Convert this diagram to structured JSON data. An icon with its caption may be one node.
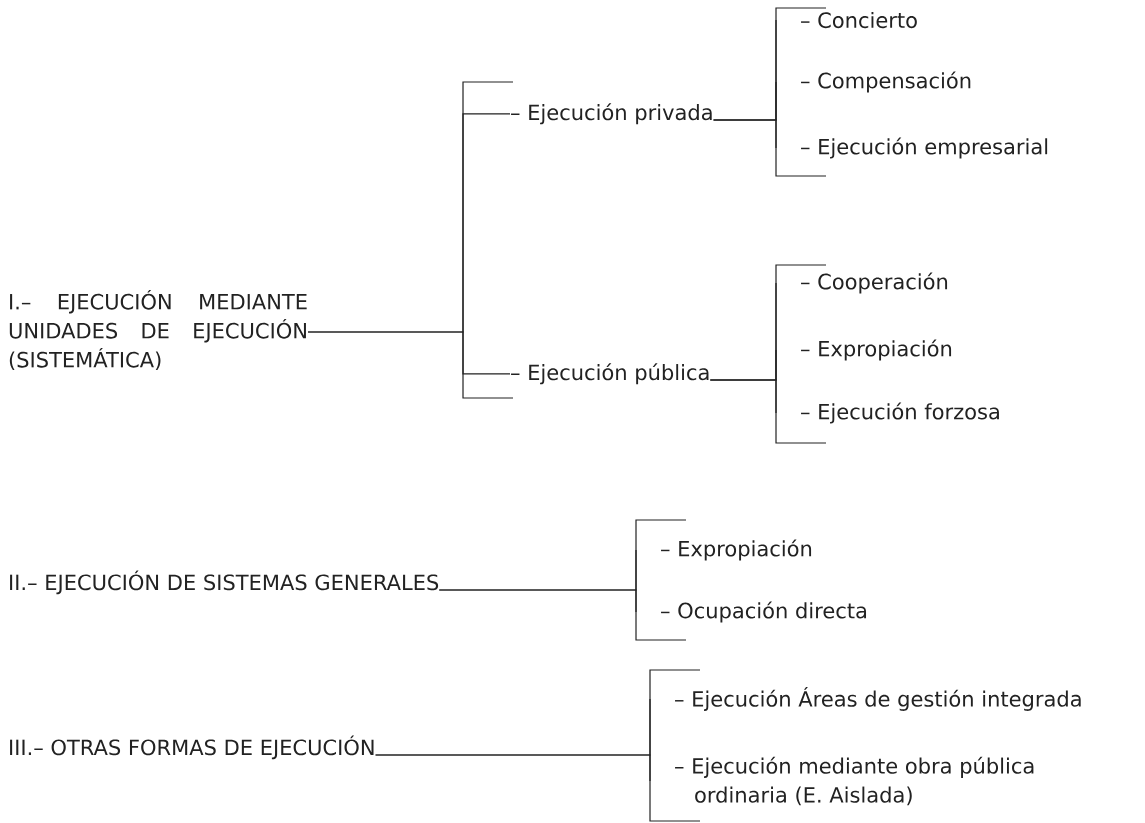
{
  "diagram": {
    "nodes": [
      {
        "text": [
          "I.– EJECUCIÓN MEDIANTE UNIDADES DE EJECUCIÓN (SISTEMÁTICA)"
        ]
      },
      {
        "text": [
          "– Ejecución privada"
        ]
      },
      {
        "text": [
          "– Ejecución pública"
        ]
      },
      {
        "text": [
          "– Concierto"
        ]
      },
      {
        "text": [
          "– Compensación"
        ]
      },
      {
        "text": [
          "– Ejecución empresarial"
        ]
      },
      {
        "text": [
          "– Cooperación"
        ]
      },
      {
        "text": [
          "– Expropiación"
        ]
      },
      {
        "text": [
          "– Ejecución forzosa"
        ]
      },
      {
        "text": [
          "II.– EJECUCIÓN DE SISTEMAS GENERALES"
        ]
      },
      {
        "text": [
          "– Expropiación"
        ]
      },
      {
        "text": [
          "– Ocupación directa"
        ]
      },
      {
        "text": [
          "III.– OTRAS FORMAS DE EJECUCIÓN"
        ]
      },
      {
        "text": [
          "– Ejecución Áreas de gestión integrada"
        ]
      },
      {
        "text": [
          "– Ejecución mediante obra pública ordinaria (E. Aislada)"
        ]
      }
    ],
    "edges": [
      {
        "from": 0,
        "to": 1,
        "arrow": "none"
      },
      {
        "from": 0,
        "to": 2,
        "arrow": "none"
      },
      {
        "from": 1,
        "to": 3,
        "arrow": "none"
      },
      {
        "from": 1,
        "to": 4,
        "arrow": "none"
      },
      {
        "from": 1,
        "to": 5,
        "arrow": "none"
      },
      {
        "from": 2,
        "to": 6,
        "arrow": "none"
      },
      {
        "from": 2,
        "to": 7,
        "arrow": "none"
      },
      {
        "from": 2,
        "to": 8,
        "arrow": "none"
      },
      {
        "from": 9,
        "to": 10,
        "arrow": "none"
      },
      {
        "from": 9,
        "to": 11,
        "arrow": "none"
      },
      {
        "from": 12,
        "to": 13,
        "arrow": "none"
      },
      {
        "from": 12,
        "to": 14,
        "arrow": "none"
      }
    ]
  }
}
